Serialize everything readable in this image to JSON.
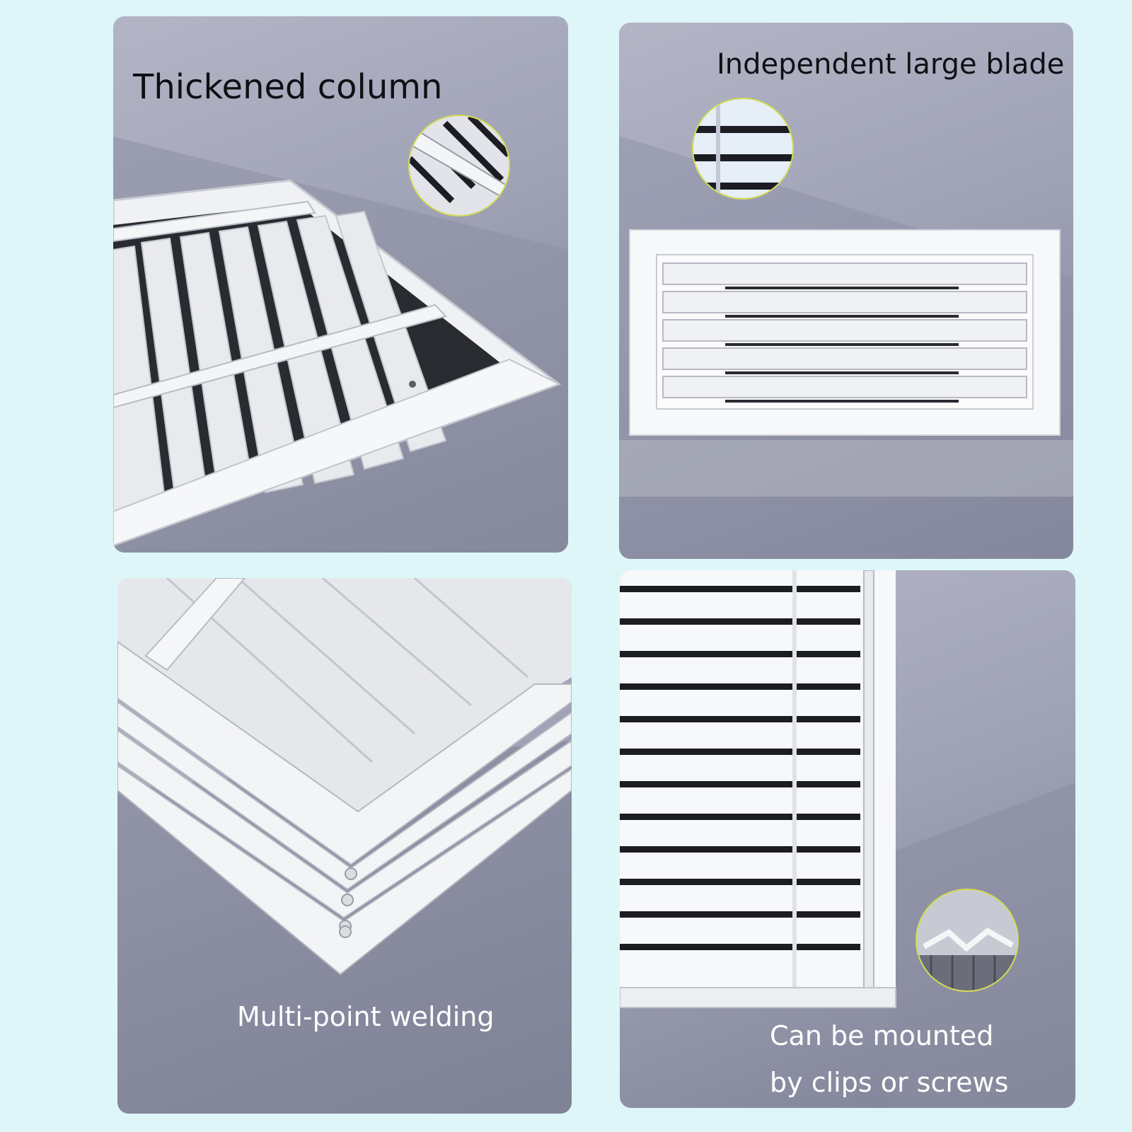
{
  "colors": {
    "background": "#dff6f8",
    "panel": "#9fa2b5",
    "zoom_ring": "#d4dc4e"
  },
  "features": [
    {
      "caption": "Thickened column"
    },
    {
      "caption": "Independent large blade"
    },
    {
      "caption": "Multi-point welding"
    },
    {
      "caption_line1": "Can be mounted",
      "caption_line2": "by clips or screws"
    }
  ]
}
